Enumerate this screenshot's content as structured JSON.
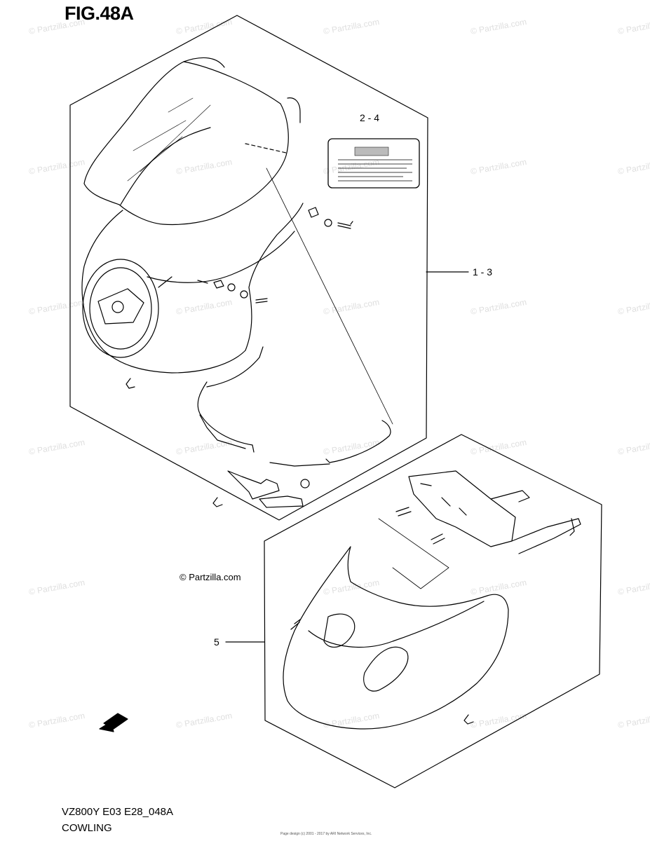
{
  "figure": {
    "title": "FIG.48A",
    "model_code": "VZ800Y E03 E28_048A",
    "section_name": "COWLING"
  },
  "callouts": {
    "label_2_4": "2 - 4",
    "label_1_3": "1 - 3",
    "label_5": "5"
  },
  "copyright": "© Partzilla.com",
  "watermark_text": "© Partzilla.com",
  "footer_credit": "Page design (c) 2001 - 2017 by ARI Network Services, Inc.",
  "direction_icon": "fwd-arrow-icon"
}
